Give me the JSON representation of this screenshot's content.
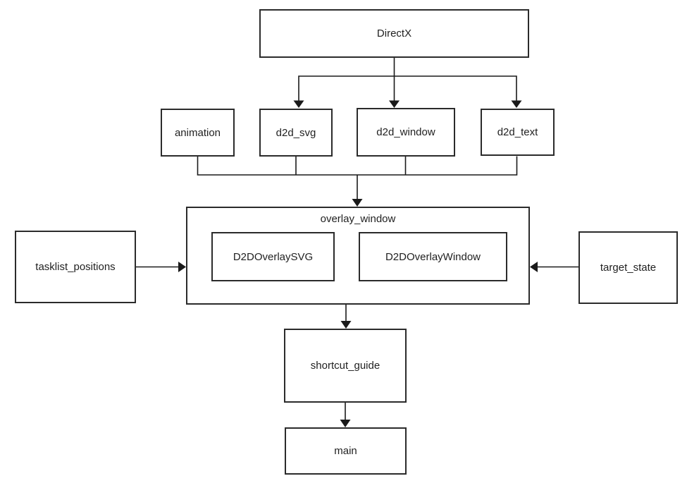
{
  "diagram": {
    "type": "module-dependency-diagram",
    "background": "#ffffff",
    "line_color": "#1a1a1a",
    "box_border_color": "#2b2b2b",
    "text_color": "#1f1f1f"
  },
  "nodes": {
    "directx": {
      "label": "DirectX"
    },
    "animation": {
      "label": "animation"
    },
    "d2d_svg": {
      "label": "d2d_svg"
    },
    "d2d_window": {
      "label": "d2d_window"
    },
    "d2d_text": {
      "label": "d2d_text"
    },
    "overlay_window": {
      "label": "overlay_window"
    },
    "d2d_overlay_svg": {
      "label": "D2DOverlaySVG"
    },
    "d2d_overlay_window": {
      "label": "D2DOverlayWindow"
    },
    "tasklist_positions": {
      "label": "tasklist_positions"
    },
    "target_state": {
      "label": "target_state"
    },
    "shortcut_guide": {
      "label": "shortcut_guide"
    },
    "main": {
      "label": "main"
    }
  },
  "edges": [
    {
      "from": "DirectX",
      "to": "d2d_svg"
    },
    {
      "from": "DirectX",
      "to": "d2d_window"
    },
    {
      "from": "DirectX",
      "to": "d2d_text"
    },
    {
      "from": "animation",
      "to": "overlay_window"
    },
    {
      "from": "d2d_svg",
      "to": "overlay_window"
    },
    {
      "from": "d2d_window",
      "to": "overlay_window"
    },
    {
      "from": "d2d_text",
      "to": "overlay_window"
    },
    {
      "from": "tasklist_positions",
      "to": "overlay_window"
    },
    {
      "from": "target_state",
      "to": "overlay_window"
    },
    {
      "from": "overlay_window",
      "to": "shortcut_guide"
    },
    {
      "from": "shortcut_guide",
      "to": "main"
    }
  ]
}
